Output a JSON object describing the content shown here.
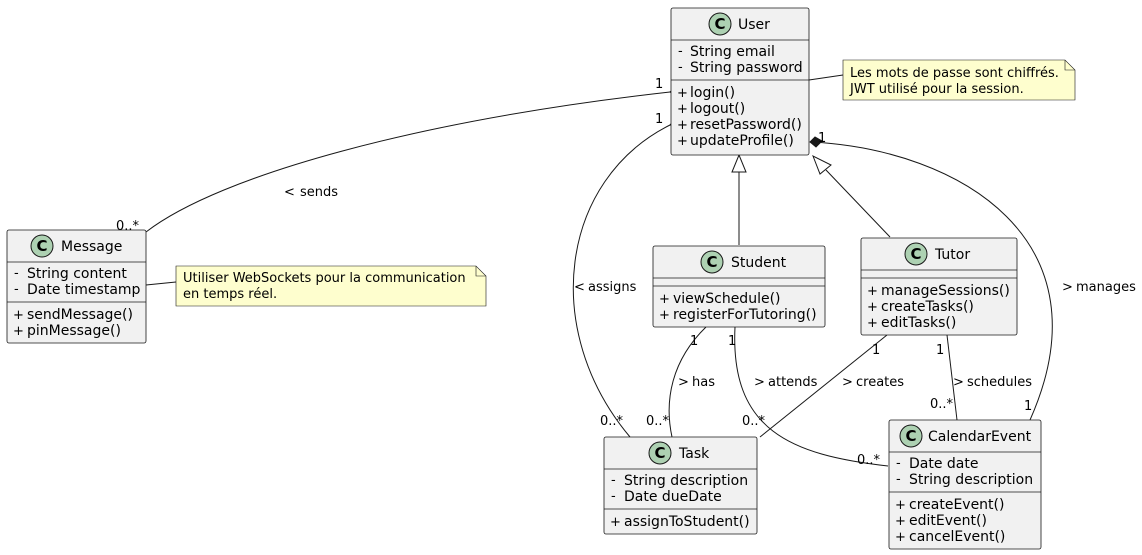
{
  "classes": {
    "user": {
      "name": "User",
      "attributes": [
        "String email",
        "String password"
      ],
      "methods": [
        "login()",
        "logout()",
        "resetPassword()",
        "updateProfile()"
      ]
    },
    "message": {
      "name": "Message",
      "attributes": [
        "String content",
        "Date timestamp"
      ],
      "methods": [
        "sendMessage()",
        "pinMessage()"
      ]
    },
    "student": {
      "name": "Student",
      "attributes": [],
      "methods": [
        "viewSchedule()",
        "registerForTutoring()"
      ]
    },
    "tutor": {
      "name": "Tutor",
      "attributes": [],
      "methods": [
        "manageSessions()",
        "createTasks()",
        "editTasks()"
      ]
    },
    "task": {
      "name": "Task",
      "attributes": [
        "String description",
        "Date dueDate"
      ],
      "methods": [
        "assignToStudent()"
      ]
    },
    "calendar_event": {
      "name": "CalendarEvent",
      "attributes": [
        "Date date",
        "String description"
      ],
      "methods": [
        "createEvent()",
        "editEvent()",
        "cancelEvent()"
      ]
    }
  },
  "notes": {
    "user_note": [
      "Les mots de passe sont chiffrés.",
      "JWT utilisé pour la session."
    ],
    "message_note": [
      "Utiliser WebSockets pour la communication",
      "en temps réel."
    ]
  },
  "relations": {
    "sends": {
      "label": "sends",
      "direction": "<",
      "source_mult": "1",
      "target_mult": "0..*"
    },
    "assigns": {
      "label": "assigns",
      "direction": "<",
      "source_mult": "1",
      "target_mult": "0..*"
    },
    "manages": {
      "label": "manages",
      "direction": ">",
      "source_mult": "1",
      "target_mult": "1"
    },
    "has": {
      "label": "has",
      "direction": ">",
      "source_mult": "1",
      "target_mult": "0..*"
    },
    "attends": {
      "label": "attends",
      "direction": ">",
      "source_mult": "1",
      "target_mult": "0..*"
    },
    "creates": {
      "label": "creates",
      "direction": ">",
      "source_mult": "1",
      "target_mult": "0..*"
    },
    "schedules": {
      "label": "schedules",
      "direction": ">",
      "source_mult": "1",
      "target_mult": "0..*"
    }
  },
  "visibility": {
    "private": "-",
    "public": "+"
  },
  "class_badge_letter": "C",
  "colors": {
    "class_fill": "#f1f1f1",
    "badge_fill": "#add1b2",
    "note_fill": "#fefece",
    "line": "#181818"
  }
}
